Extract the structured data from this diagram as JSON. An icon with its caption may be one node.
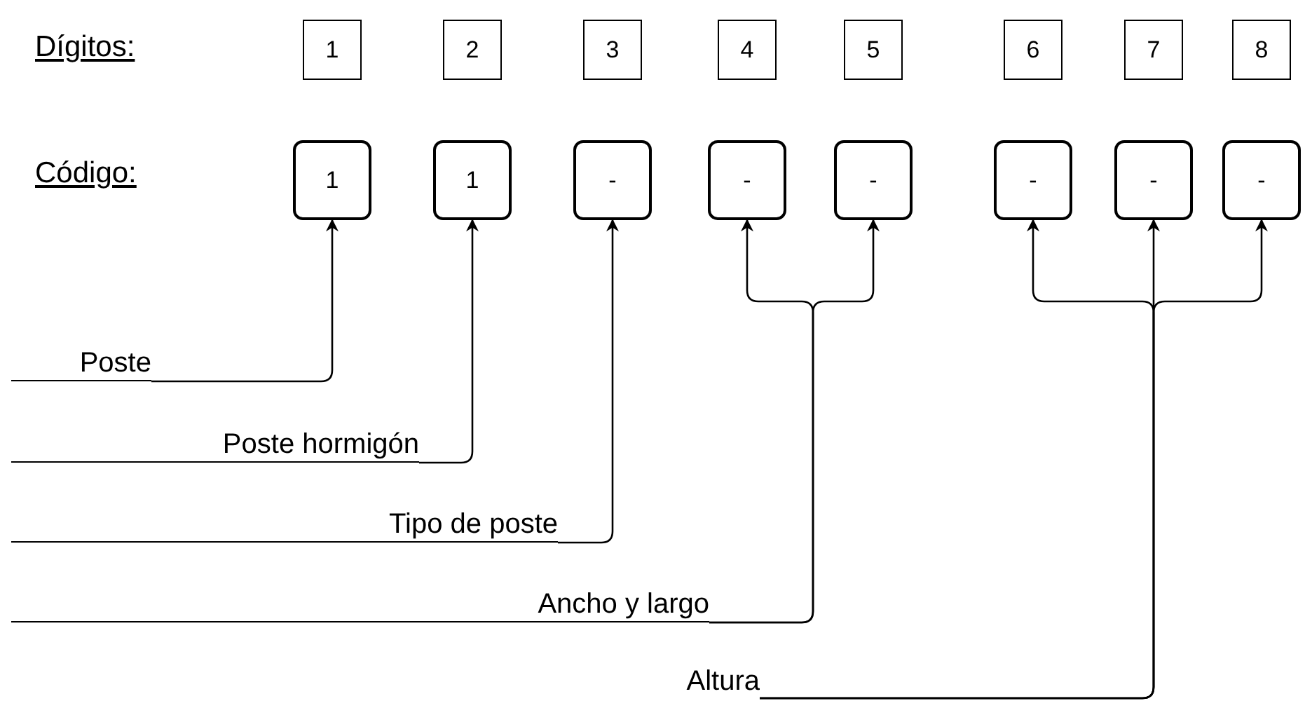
{
  "diagram": {
    "nodes": [
      {
        "text": [
          "1"
        ]
      },
      {
        "text": [
          "2"
        ]
      },
      {
        "text": [
          "3"
        ]
      },
      {
        "text": [
          "4"
        ]
      },
      {
        "text": [
          "5"
        ]
      },
      {
        "text": [
          "6"
        ]
      },
      {
        "text": [
          "7"
        ]
      },
      {
        "text": [
          "8"
        ]
      },
      {
        "text": [
          "1"
        ]
      },
      {
        "text": [
          "1"
        ]
      },
      {
        "text": [
          "-"
        ]
      },
      {
        "text": [
          "-"
        ]
      },
      {
        "text": [
          "-"
        ]
      },
      {
        "text": [
          "-"
        ]
      },
      {
        "text": [
          "-"
        ]
      },
      {
        "text": [
          "-"
        ]
      },
      {
        "text": [
          "Poste"
        ]
      },
      {
        "text": [
          "Poste hormigón"
        ]
      },
      {
        "text": [
          "Tipo de poste"
        ]
      },
      {
        "text": [
          "Ancho y largo"
        ]
      },
      {
        "text": [
          "Altura"
        ]
      }
    ],
    "edges": [
      {
        "from": 16,
        "to": 8,
        "arrow": "to"
      },
      {
        "from": 17,
        "to": 9,
        "arrow": "to"
      },
      {
        "from": 18,
        "to": 10,
        "arrow": "to"
      },
      {
        "from": 19,
        "to": 11,
        "arrow": "to"
      },
      {
        "from": 19,
        "to": 12,
        "arrow": "to"
      },
      {
        "from": 20,
        "to": 13,
        "arrow": "to"
      },
      {
        "from": 20,
        "to": 14,
        "arrow": "to"
      },
      {
        "from": 20,
        "to": 15,
        "arrow": "to"
      }
    ],
    "labels": [
      "Dígitos:",
      "Código:"
    ]
  }
}
